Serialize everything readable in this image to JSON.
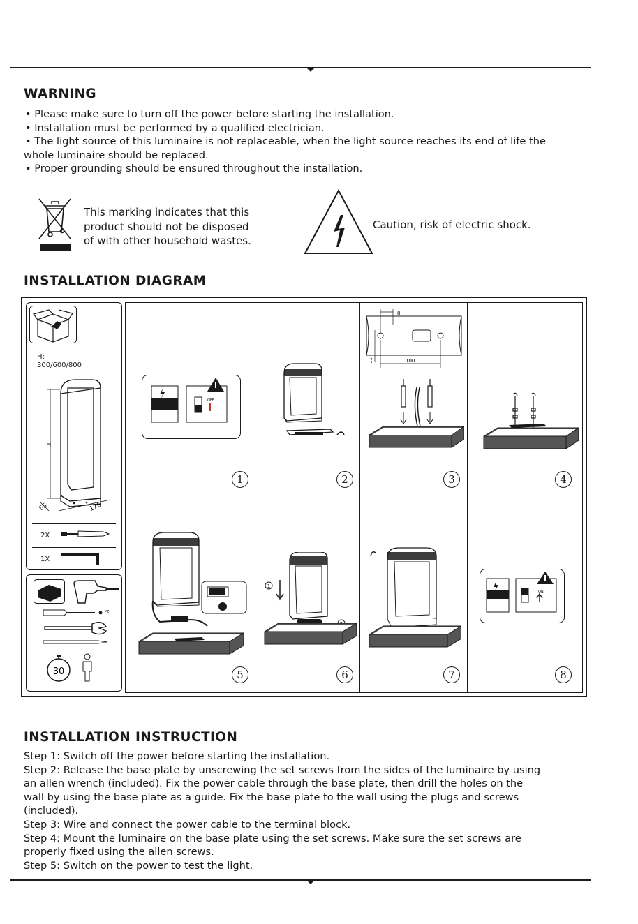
{
  "warning": {
    "title": "WARNING",
    "lines": [
      "• Please make sure to turn off the power before starting the installation.",
      "• Installation must be performed by a qualified electrician.",
      "• The light source of this luminaire is not replaceable, when the light source reaches its end of life the",
      "whole luminaire should be replaced.",
      "• Proper grounding should be ensured throughout the installation."
    ]
  },
  "symbols": {
    "weee_lines": [
      "This marking indicates that this",
      "product should not be disposed",
      "of with other household wastes."
    ],
    "shock_text": "Caution, risk of electric shock."
  },
  "diagram": {
    "title": "INSTALLATION DIAGRAM",
    "height_label": "H:",
    "height_values": "300/600/800",
    "dim_h": "H",
    "dim_depth": "65",
    "dim_width": "176",
    "plug_qty": "2X",
    "wrench_qty": "1X",
    "driver_label": "PZ",
    "time_value": "30",
    "plate_dim_top": "8",
    "plate_dim_side": "11",
    "plate_dim_bottom": "100",
    "switch_off": "OFF",
    "switch_on": "ON",
    "steps": [
      "1",
      "2",
      "3",
      "4",
      "5",
      "6",
      "7",
      "8"
    ],
    "sub_step_1": "1",
    "sub_step_2": "2"
  },
  "instruction": {
    "title": "INSTALLATION INSTRUCTION",
    "lines": [
      "Step 1: Switch off the power before starting the installation.",
      "Step 2: Release the base plate by unscrewing the set screws from the sides of the luminaire by using",
      "an allen wrench (included). Fix the power cable through the base plate, then drill the holes on the",
      "wall by using the base plate as a guide. Fix the base plate to the wall using the plugs and screws",
      "(included).",
      "Step 3: Wire and connect the power cable to the terminal block.",
      "Step 4: Mount the luminaire on the base plate using the set screws. Make sure the set screws are",
      "properly fixed using the allen screws.",
      "Step 5: Switch on the power to test the light."
    ]
  }
}
